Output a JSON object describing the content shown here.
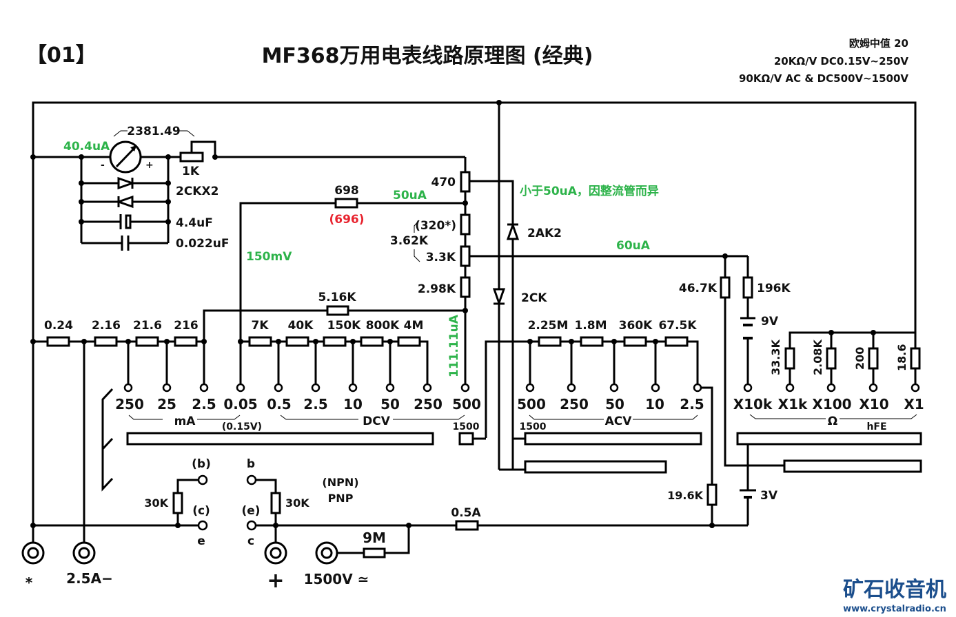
{
  "header": {
    "index": "【01】",
    "title": "MF368万用电表线路原理图 (经典)",
    "specs": [
      "欧姆中值 20",
      "20KΩ/V DC0.15V~250V",
      "90KΩ/V AC & DC500V~1500V"
    ]
  },
  "colors": {
    "current_label": "#2db34a",
    "alt_value": "#e8242f",
    "logo": "#1b4e8c"
  },
  "meter": {
    "current": "40.4uA",
    "internal_resistance": "2381.49",
    "pot": "1K",
    "minus": "-",
    "plus": "+",
    "diodes": "2CKX2",
    "cap1": "4.4uF",
    "cap2": "0.022uF"
  },
  "shunt_network": {
    "r470": "470",
    "r698": "698",
    "r698_alt": "(696)",
    "current_50": "50uA",
    "r320": "(320*)",
    "r362": "3.62K",
    "r33": "3.3K",
    "r298": "2.98K",
    "r516": "5.16K",
    "voltage_150": "150mV",
    "current_111": "111.11uA"
  },
  "ac_rectifier": {
    "note": "小于50uA，因整流管而异",
    "diode1": "2AK2",
    "diode2": "2CK",
    "current_60": "60uA"
  },
  "ma_resistors": [
    "0.24",
    "2.16",
    "21.6",
    "216"
  ],
  "dcv_resistors": [
    "7K",
    "40K",
    "150K",
    "800K",
    "4M"
  ],
  "acv_resistors": [
    "2.25M",
    "1.8M",
    "360K",
    "67.5K"
  ],
  "ohm_resistors": {
    "r467": "46.7K",
    "r196": "196K",
    "battery9": "9V",
    "list": [
      "33.3K",
      "2.08K",
      "200",
      "18.6"
    ]
  },
  "ranges": {
    "ma": {
      "label": "mA",
      "values": [
        "250",
        "25",
        "2.5",
        "0.05"
      ],
      "note": "(0.15V)"
    },
    "dcv": {
      "label": "DCV",
      "values": [
        "0.5",
        "2.5",
        "10",
        "50",
        "250",
        "500"
      ],
      "extra": "1500"
    },
    "acv": {
      "label": "ACV",
      "values": [
        "500",
        "250",
        "50",
        "10",
        "2.5"
      ],
      "extra": "1500"
    },
    "ohm": {
      "label": "Ω",
      "values": [
        "X10k",
        "X1k",
        "X100",
        "X10",
        "X1"
      ],
      "extra": "hFE"
    }
  },
  "hfe": {
    "b_paren": "(b)",
    "c_paren": "(c)",
    "e": "e",
    "b": "b",
    "e_paren": "(e)",
    "c": "c",
    "r30k_left": "30K",
    "r30k_right": "30K",
    "npn": "(NPN)",
    "pnp": "PNP"
  },
  "bottom": {
    "fuse": "0.5A",
    "r9m": "9M",
    "r196k": "19.6K",
    "battery3": "3V"
  },
  "jacks": [
    "*",
    "2.5A−",
    "+",
    "1500V ≃"
  ],
  "logo": {
    "name": "矿石收音机",
    "url": "www.crystalradio.cn"
  }
}
